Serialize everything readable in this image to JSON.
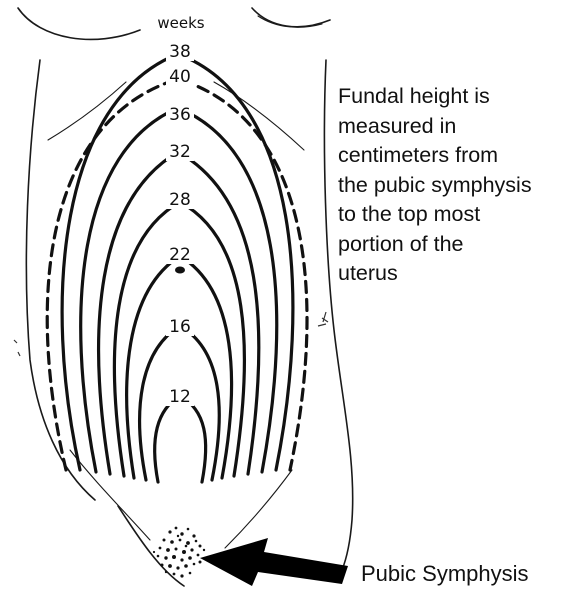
{
  "diagram": {
    "header": "weeks",
    "week_labels": [
      "38",
      "40",
      "36",
      "32",
      "28",
      "22",
      "16",
      "12"
    ],
    "caption_lines": [
      "Fundal height is",
      "measured in",
      "centimeters from",
      "the pubic symphysis",
      "to the top most",
      "portion of the",
      "uterus"
    ],
    "pointer_label": "Pubic Symphysis"
  }
}
